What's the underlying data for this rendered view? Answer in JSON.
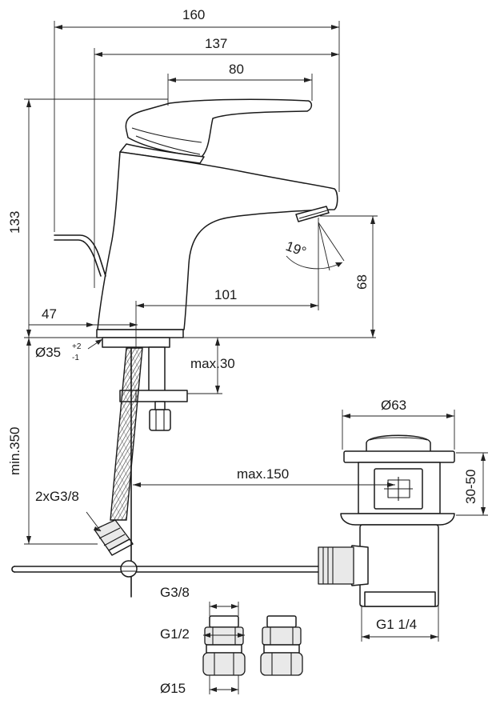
{
  "dimensions": {
    "width_total": "160",
    "width_body": "137",
    "width_handle": "80",
    "height_total": "133",
    "spout_reach": "101",
    "spout_height": "68",
    "base_offset": "47",
    "base_diameter": "Ø35",
    "base_tol_upper": "+2",
    "base_tol_lower": "-1",
    "deck_thickness": "max.30",
    "hose_length": "min.350",
    "waste_distance": "max.150",
    "waste_head": "Ø63",
    "waste_height": "30-50",
    "waste_thread": "G1 1/4",
    "hose_thread": "2xG3/8",
    "adapter_thread_top": "G3/8",
    "adapter_thread_mid": "G1/2",
    "adapter_pipe": "Ø15",
    "spray_angle": "19°"
  }
}
